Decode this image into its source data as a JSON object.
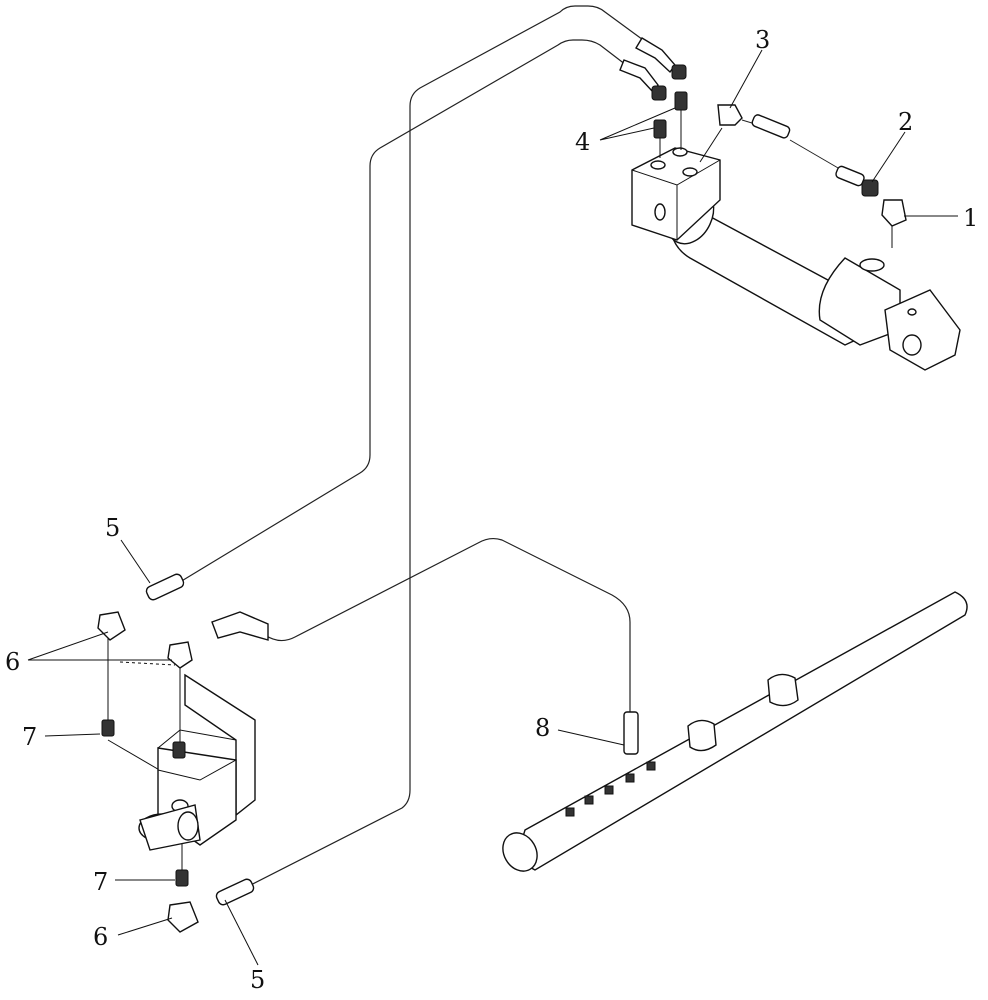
{
  "callouts": [
    {
      "id": "c1",
      "text": "1"
    },
    {
      "id": "c2",
      "text": "2"
    },
    {
      "id": "c3",
      "text": "3"
    },
    {
      "id": "c4",
      "text": "4"
    },
    {
      "id": "c5a",
      "text": "5"
    },
    {
      "id": "c5b",
      "text": "5"
    },
    {
      "id": "c6a",
      "text": "6"
    },
    {
      "id": "c6b",
      "text": "6"
    },
    {
      "id": "c7a",
      "text": "7"
    },
    {
      "id": "c7b",
      "text": "7"
    },
    {
      "id": "c8",
      "text": "8"
    }
  ]
}
